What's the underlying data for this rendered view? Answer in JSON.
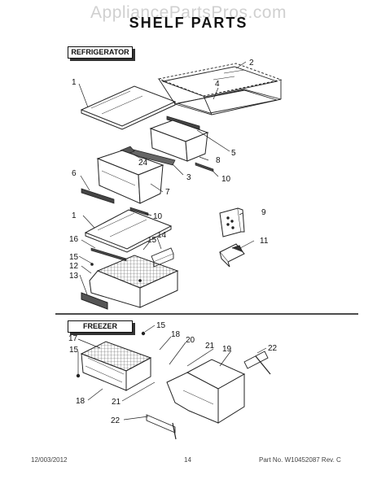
{
  "watermark": "AppliancePartsPros.com",
  "title": "SHELF PARTS",
  "sections": {
    "refrigerator": "REFRIGERATOR",
    "freezer": "FREEZER"
  },
  "callouts": [
    "1",
    "2",
    "4",
    "5",
    "8",
    "24",
    "3",
    "10",
    "6",
    "7",
    "10",
    "9",
    "1",
    "14",
    "16",
    "15",
    "11",
    "15",
    "12",
    "13",
    "15",
    "18",
    "20",
    "17",
    "15",
    "21",
    "19",
    "22",
    "18",
    "21",
    "22"
  ],
  "footer": {
    "date": "12/003/2012",
    "page": "14",
    "part_no": "Part No.  W10452087  Rev.  C"
  }
}
